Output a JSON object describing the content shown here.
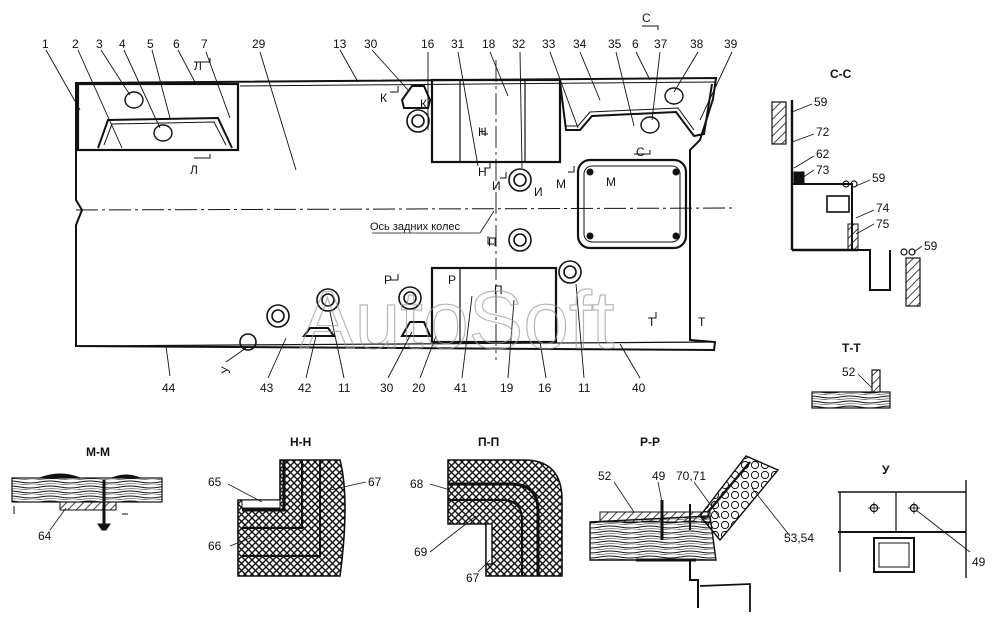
{
  "main_view": {
    "top_labels": [
      "1",
      "2",
      "3",
      "4",
      "5",
      "6",
      "7",
      "29",
      "13",
      "30",
      "16",
      "31",
      "18",
      "32",
      "33",
      "34",
      "35",
      "6",
      "37",
      "38",
      "39"
    ],
    "bottom_labels": [
      "44",
      "У",
      "43",
      "42",
      "11",
      "30",
      "20",
      "41",
      "19",
      "16",
      "11",
      "40"
    ],
    "axis_caption": "Ось задних колес",
    "section_marks": {
      "l_top": "Л",
      "l_bottom": "Л",
      "c_top": "С",
      "c_right": "С",
      "k1": "К",
      "k2": "К",
      "n1": "Н",
      "n2": "Н",
      "i1": "И",
      "i2": "И",
      "m1": "М",
      "m2": "М",
      "p1": "П",
      "p2": "П",
      "r1": "Р",
      "r2": "Р",
      "t1": "Т",
      "t2": "Т"
    }
  },
  "watermark": "AutoSoft",
  "section_cc": {
    "title": "С-С",
    "labels": [
      "59",
      "72",
      "62",
      "73",
      "59",
      "74",
      "75",
      "59"
    ]
  },
  "section_tt": {
    "title": "Т-Т",
    "labels": [
      "52"
    ]
  },
  "section_mm": {
    "title": "М-М",
    "labels": [
      "64"
    ]
  },
  "section_nn": {
    "title": "Н-Н",
    "labels": [
      "65",
      "67",
      "66"
    ]
  },
  "section_pp": {
    "title": "П-П",
    "labels": [
      "68",
      "69",
      "67"
    ]
  },
  "section_rr": {
    "title": "Р-Р",
    "labels": [
      "52",
      "49",
      "70,71",
      "53,54"
    ]
  },
  "view_u": {
    "title": "У",
    "labels": [
      "49"
    ]
  }
}
